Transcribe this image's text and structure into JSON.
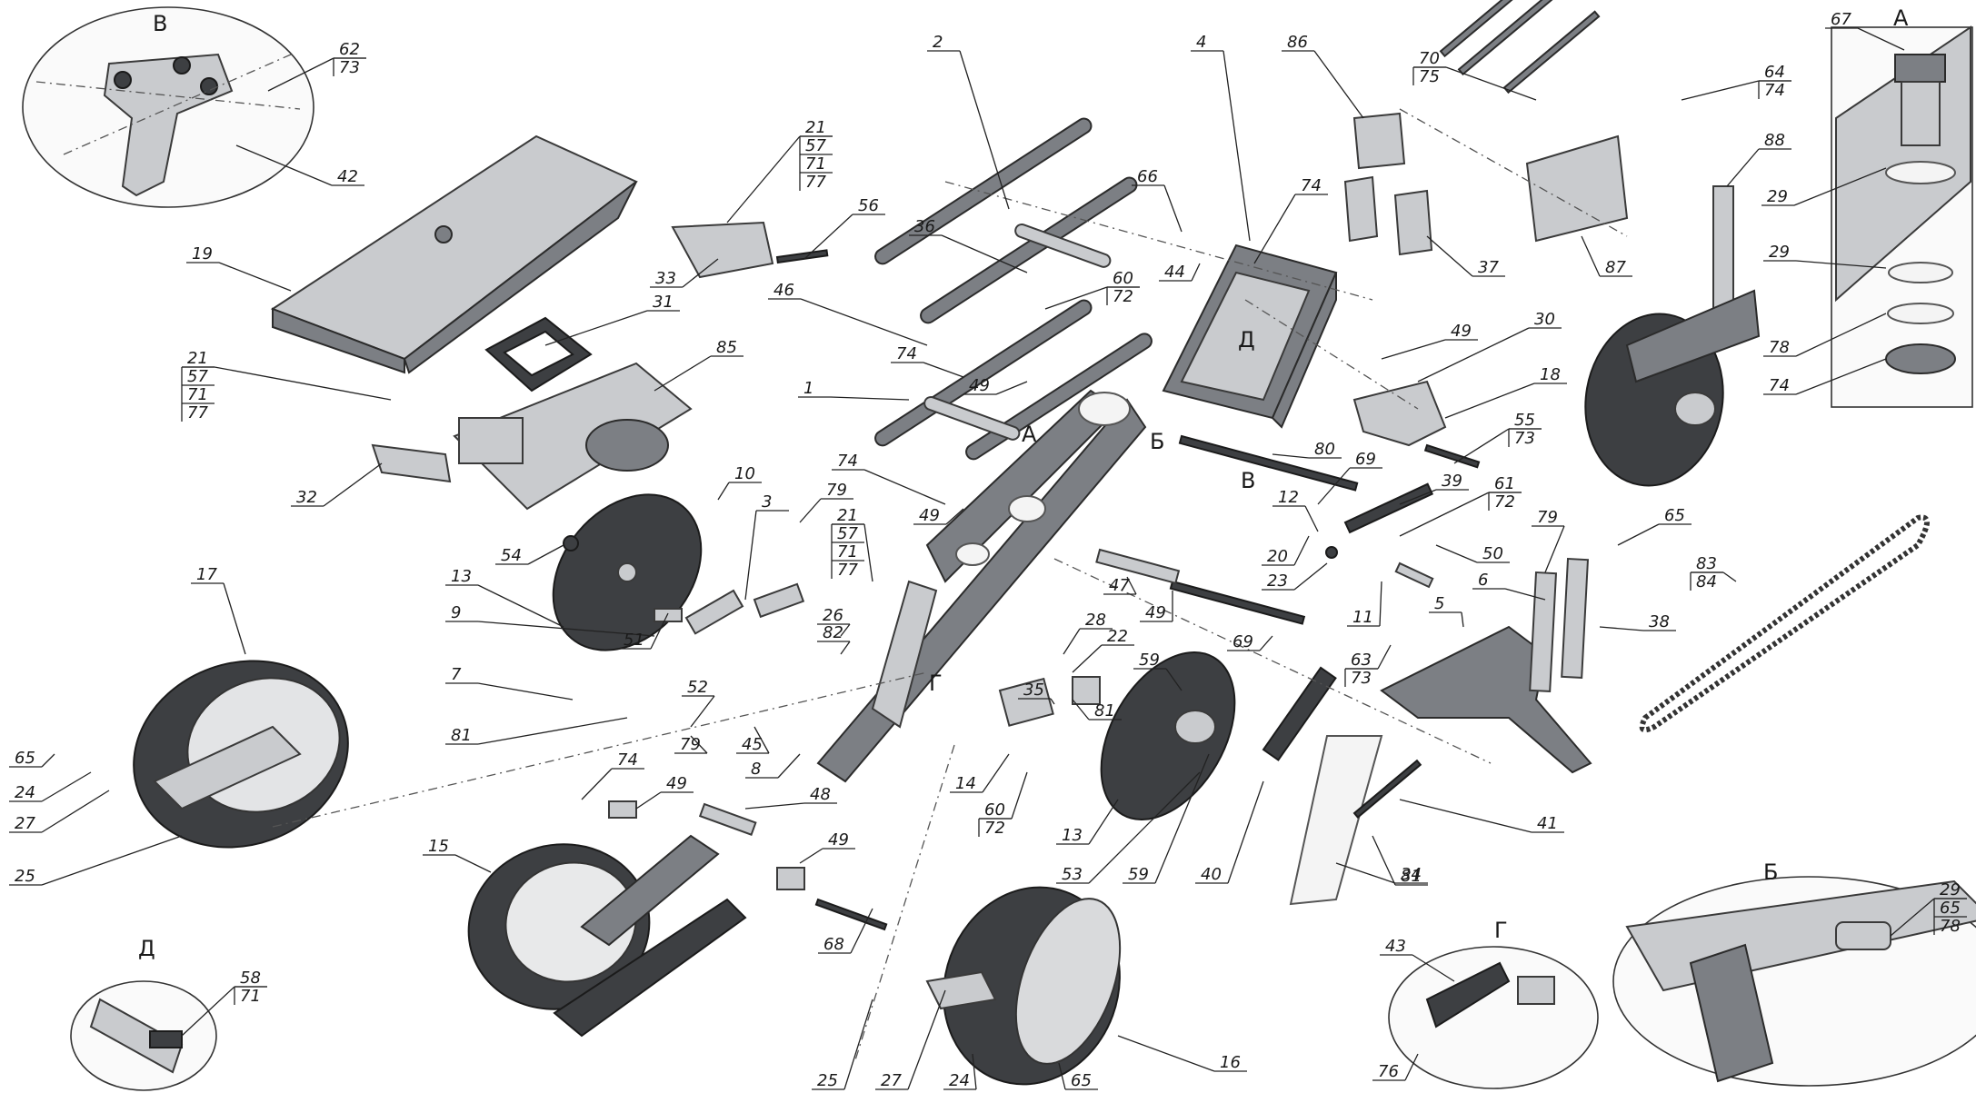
{
  "view_letters": [
    "А",
    "Б",
    "В",
    "Г",
    "Д"
  ],
  "callouts": [
    {
      "id": "c2",
      "lines": [
        "2"
      ]
    },
    {
      "id": "c4",
      "lines": [
        "4"
      ]
    },
    {
      "id": "c86",
      "lines": [
        "86"
      ]
    },
    {
      "id": "c70",
      "lines": [
        "70",
        "75"
      ]
    },
    {
      "id": "c67",
      "lines": [
        "67"
      ]
    },
    {
      "id": "c62",
      "lines": [
        "62",
        "73"
      ]
    },
    {
      "id": "c42",
      "lines": [
        "42"
      ]
    },
    {
      "id": "c19",
      "lines": [
        "19"
      ]
    },
    {
      "id": "c21a",
      "lines": [
        "21",
        "57",
        "71",
        "77"
      ]
    },
    {
      "id": "c56",
      "lines": [
        "56"
      ]
    },
    {
      "id": "c33",
      "lines": [
        "33"
      ]
    },
    {
      "id": "c31",
      "lines": [
        "31"
      ]
    },
    {
      "id": "c66",
      "lines": [
        "66"
      ]
    },
    {
      "id": "c74a",
      "lines": [
        "74"
      ]
    },
    {
      "id": "c44",
      "lines": [
        "44"
      ]
    },
    {
      "id": "c36",
      "lines": [
        "36"
      ]
    },
    {
      "id": "c60a",
      "lines": [
        "60",
        "72"
      ]
    },
    {
      "id": "c46",
      "lines": [
        "46"
      ]
    },
    {
      "id": "c64",
      "lines": [
        "64",
        "74"
      ]
    },
    {
      "id": "c88",
      "lines": [
        "88"
      ]
    },
    {
      "id": "c29a",
      "lines": [
        "29"
      ]
    },
    {
      "id": "c29b",
      "lines": [
        "29"
      ]
    },
    {
      "id": "c78",
      "lines": [
        "78"
      ]
    },
    {
      "id": "c74b",
      "lines": [
        "74"
      ]
    },
    {
      "id": "c37",
      "lines": [
        "37"
      ]
    },
    {
      "id": "c87",
      "lines": [
        "87"
      ]
    },
    {
      "id": "c21b",
      "lines": [
        "21",
        "57",
        "71",
        "77"
      ]
    },
    {
      "id": "c85",
      "lines": [
        "85"
      ]
    },
    {
      "id": "c74c",
      "lines": [
        "74"
      ]
    },
    {
      "id": "c49a",
      "lines": [
        "49"
      ]
    },
    {
      "id": "c49b",
      "lines": [
        "49"
      ]
    },
    {
      "id": "c30",
      "lines": [
        "30"
      ]
    },
    {
      "id": "c18",
      "lines": [
        "18"
      ]
    },
    {
      "id": "c1",
      "lines": [
        "1"
      ]
    },
    {
      "id": "c55",
      "lines": [
        "55",
        "73"
      ]
    },
    {
      "id": "c32",
      "lines": [
        "32"
      ]
    },
    {
      "id": "c10",
      "lines": [
        "10"
      ]
    },
    {
      "id": "c79a",
      "lines": [
        "79"
      ]
    },
    {
      "id": "c74d",
      "lines": [
        "74"
      ]
    },
    {
      "id": "c80",
      "lines": [
        "80"
      ]
    },
    {
      "id": "c69a",
      "lines": [
        "69"
      ]
    },
    {
      "id": "c39",
      "lines": [
        "39"
      ]
    },
    {
      "id": "c61",
      "lines": [
        "61",
        "72"
      ]
    },
    {
      "id": "c3",
      "lines": [
        "3"
      ]
    },
    {
      "id": "c49c",
      "lines": [
        "49"
      ]
    },
    {
      "id": "c54",
      "lines": [
        "54"
      ]
    },
    {
      "id": "c21c",
      "lines": [
        "21",
        "57",
        "71",
        "77"
      ]
    },
    {
      "id": "c12",
      "lines": [
        "12"
      ]
    },
    {
      "id": "c79b",
      "lines": [
        "79"
      ]
    },
    {
      "id": "c65a",
      "lines": [
        "65"
      ]
    },
    {
      "id": "c83",
      "lines": [
        "83",
        "84"
      ]
    },
    {
      "id": "c20",
      "lines": [
        "20"
      ]
    },
    {
      "id": "c23",
      "lines": [
        "23"
      ]
    },
    {
      "id": "c50",
      "lines": [
        "50"
      ]
    },
    {
      "id": "c6",
      "lines": [
        "6"
      ]
    },
    {
      "id": "c17",
      "lines": [
        "17"
      ]
    },
    {
      "id": "c13a",
      "lines": [
        "13"
      ]
    },
    {
      "id": "c47",
      "lines": [
        "47"
      ]
    },
    {
      "id": "c49d",
      "lines": [
        "49"
      ]
    },
    {
      "id": "c11",
      "lines": [
        "11"
      ]
    },
    {
      "id": "c38",
      "lines": [
        "38"
      ]
    },
    {
      "id": "c5",
      "lines": [
        "5"
      ]
    },
    {
      "id": "c9",
      "lines": [
        "9"
      ]
    },
    {
      "id": "c51",
      "lines": [
        "51"
      ]
    },
    {
      "id": "c26",
      "lines": [
        "26"
      ]
    },
    {
      "id": "c82",
      "lines": [
        "82"
      ]
    },
    {
      "id": "c28",
      "lines": [
        "28"
      ]
    },
    {
      "id": "c22",
      "lines": [
        "22"
      ]
    },
    {
      "id": "c69b",
      "lines": [
        "69"
      ]
    },
    {
      "id": "c63",
      "lines": [
        "63",
        "73"
      ]
    },
    {
      "id": "c59a",
      "lines": [
        "59"
      ]
    },
    {
      "id": "c7",
      "lines": [
        "7"
      ]
    },
    {
      "id": "c52",
      "lines": [
        "52"
      ]
    },
    {
      "id": "c35",
      "lines": [
        "35"
      ]
    },
    {
      "id": "c81a",
      "lines": [
        "81"
      ]
    },
    {
      "id": "c81b",
      "lines": [
        "81"
      ]
    },
    {
      "id": "c79c",
      "lines": [
        "79"
      ]
    },
    {
      "id": "c45",
      "lines": [
        "45"
      ]
    },
    {
      "id": "c8",
      "lines": [
        "8"
      ]
    },
    {
      "id": "c65b",
      "lines": [
        "65"
      ]
    },
    {
      "id": "c24a",
      "lines": [
        "24"
      ]
    },
    {
      "id": "c27a",
      "lines": [
        "27"
      ]
    },
    {
      "id": "c14",
      "lines": [
        "14"
      ]
    },
    {
      "id": "c60b",
      "lines": [
        "60",
        "72"
      ]
    },
    {
      "id": "c74e",
      "lines": [
        "74"
      ]
    },
    {
      "id": "c49e",
      "lines": [
        "49"
      ]
    },
    {
      "id": "c48",
      "lines": [
        "48"
      ]
    },
    {
      "id": "c41",
      "lines": [
        "41"
      ]
    },
    {
      "id": "c25a",
      "lines": [
        "25"
      ]
    },
    {
      "id": "c15",
      "lines": [
        "15"
      ]
    },
    {
      "id": "c49f",
      "lines": [
        "49"
      ]
    },
    {
      "id": "c13b",
      "lines": [
        "13"
      ]
    },
    {
      "id": "c53",
      "lines": [
        "53"
      ]
    },
    {
      "id": "c59b",
      "lines": [
        "59"
      ]
    },
    {
      "id": "c40",
      "lines": [
        "40"
      ]
    },
    {
      "id": "c34",
      "lines": [
        "34"
      ]
    },
    {
      "id": "c81c",
      "lines": [
        "81"
      ]
    },
    {
      "id": "c68",
      "lines": [
        "68"
      ]
    },
    {
      "id": "c43",
      "lines": [
        "43"
      ]
    },
    {
      "id": "c29c",
      "lines": [
        "29",
        "65",
        "78"
      ]
    },
    {
      "id": "c58",
      "lines": [
        "58",
        "71"
      ]
    },
    {
      "id": "c25b",
      "lines": [
        "25"
      ]
    },
    {
      "id": "c27b",
      "lines": [
        "27"
      ]
    },
    {
      "id": "c24b",
      "lines": [
        "24"
      ]
    },
    {
      "id": "c65c",
      "lines": [
        "65"
      ]
    },
    {
      "id": "c16",
      "lines": [
        "16"
      ]
    },
    {
      "id": "c76",
      "lines": [
        "76"
      ]
    }
  ]
}
